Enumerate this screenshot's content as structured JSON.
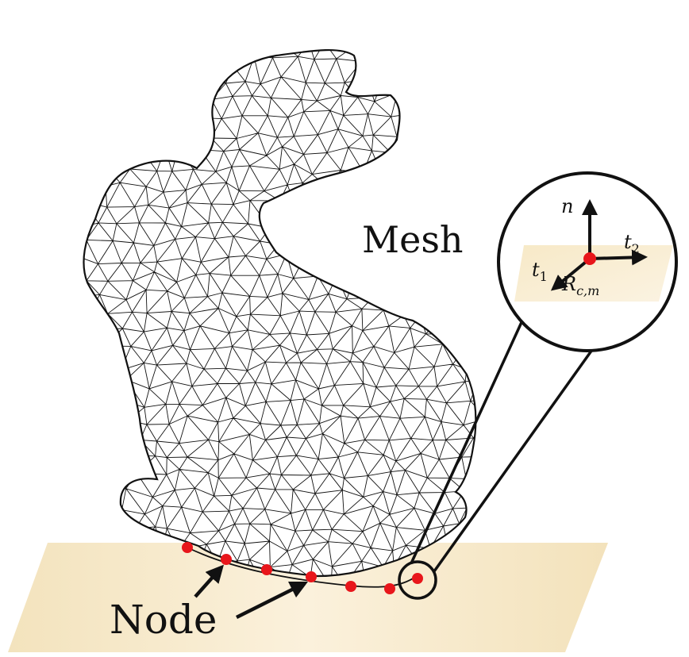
{
  "labels": {
    "mesh": "Mesh",
    "node": "Node",
    "normal": "n",
    "tangent1_base": "t",
    "tangent1_sub": "1",
    "tangent2_base": "t",
    "tangent2_sub": "2",
    "rotation_base": "R",
    "rotation_sub": "c,m"
  },
  "colors": {
    "ground": "#f6e9c8",
    "node_point": "#e8161b",
    "mesh_line": "#111111",
    "mesh_fill": "#ffffff"
  },
  "icons": {
    "zoom": "magnifier-circle",
    "arrow": "arrow-right"
  }
}
